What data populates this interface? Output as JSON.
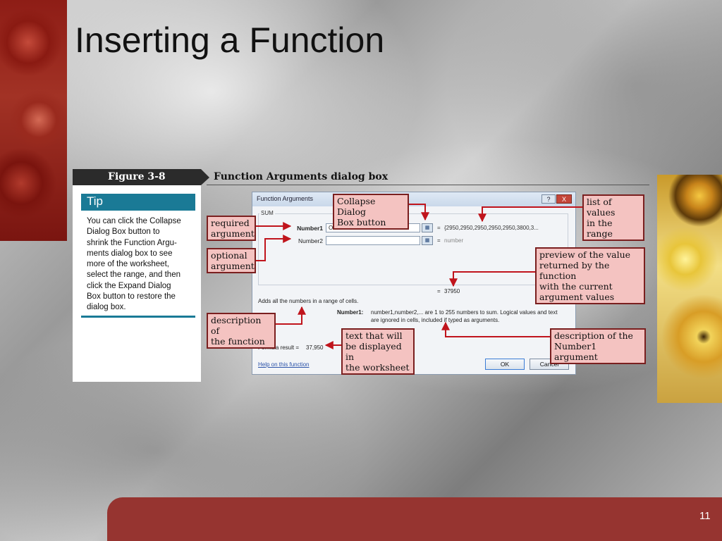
{
  "slide": {
    "title": "Inserting a Function",
    "slide_number": "11"
  },
  "figure": {
    "label": "Figure 3-8",
    "title": "Function Arguments dialog box"
  },
  "tip": {
    "heading": "Tip",
    "lines": [
      "You can click the Collapse",
      "Dialog Box button to",
      "shrink the Function Argu-",
      "ments dialog box to see",
      "more of the worksheet,",
      "select the range, and then",
      "click the Expand Dialog",
      "Box button to restore the",
      "dialog box."
    ]
  },
  "dialog": {
    "title": "Function Arguments",
    "help_button": "?",
    "close_button": "X",
    "function_name": "SUM",
    "args": [
      {
        "label": "Number1",
        "value": "O21:O21",
        "result": "{2950,2950,2950,2950,2950,3800,3..."
      },
      {
        "label": "Number2",
        "value": "",
        "result": "number"
      }
    ],
    "equals": "=",
    "preview_result": "37950",
    "description": "Adds all the numbers in a range of cells.",
    "arg_desc_label": "Number1:",
    "arg_desc_line1": "number1,number2,... are 1 to 255 numbers to sum. Logical values and text",
    "arg_desc_line2": "are ignored in cells, included if typed as arguments.",
    "formula_result_label": "Formula result =",
    "formula_result_value": "37,950",
    "help_link": "Help on this function",
    "ok_label": "OK",
    "cancel_label": "Cancel"
  },
  "callouts": {
    "collapse": [
      "Collapse Dialog",
      "Box button"
    ],
    "required": [
      "required",
      "argument"
    ],
    "optional": [
      "optional",
      "argument"
    ],
    "list_values": [
      "list of values",
      "in the range"
    ],
    "preview": [
      "preview of the value",
      "returned by the function",
      "with the current",
      "argument values"
    ],
    "description": [
      "description of",
      "the function"
    ],
    "text_displayed": [
      "text that will",
      "be displayed in",
      "the worksheet"
    ],
    "number1_desc": [
      "description of the",
      "Number1 argument"
    ]
  },
  "colors": {
    "accent_red": "#963430",
    "tip_teal": "#1a7a96",
    "callout_fill": "#f4c3c1",
    "arrow_red": "#c0141c"
  }
}
